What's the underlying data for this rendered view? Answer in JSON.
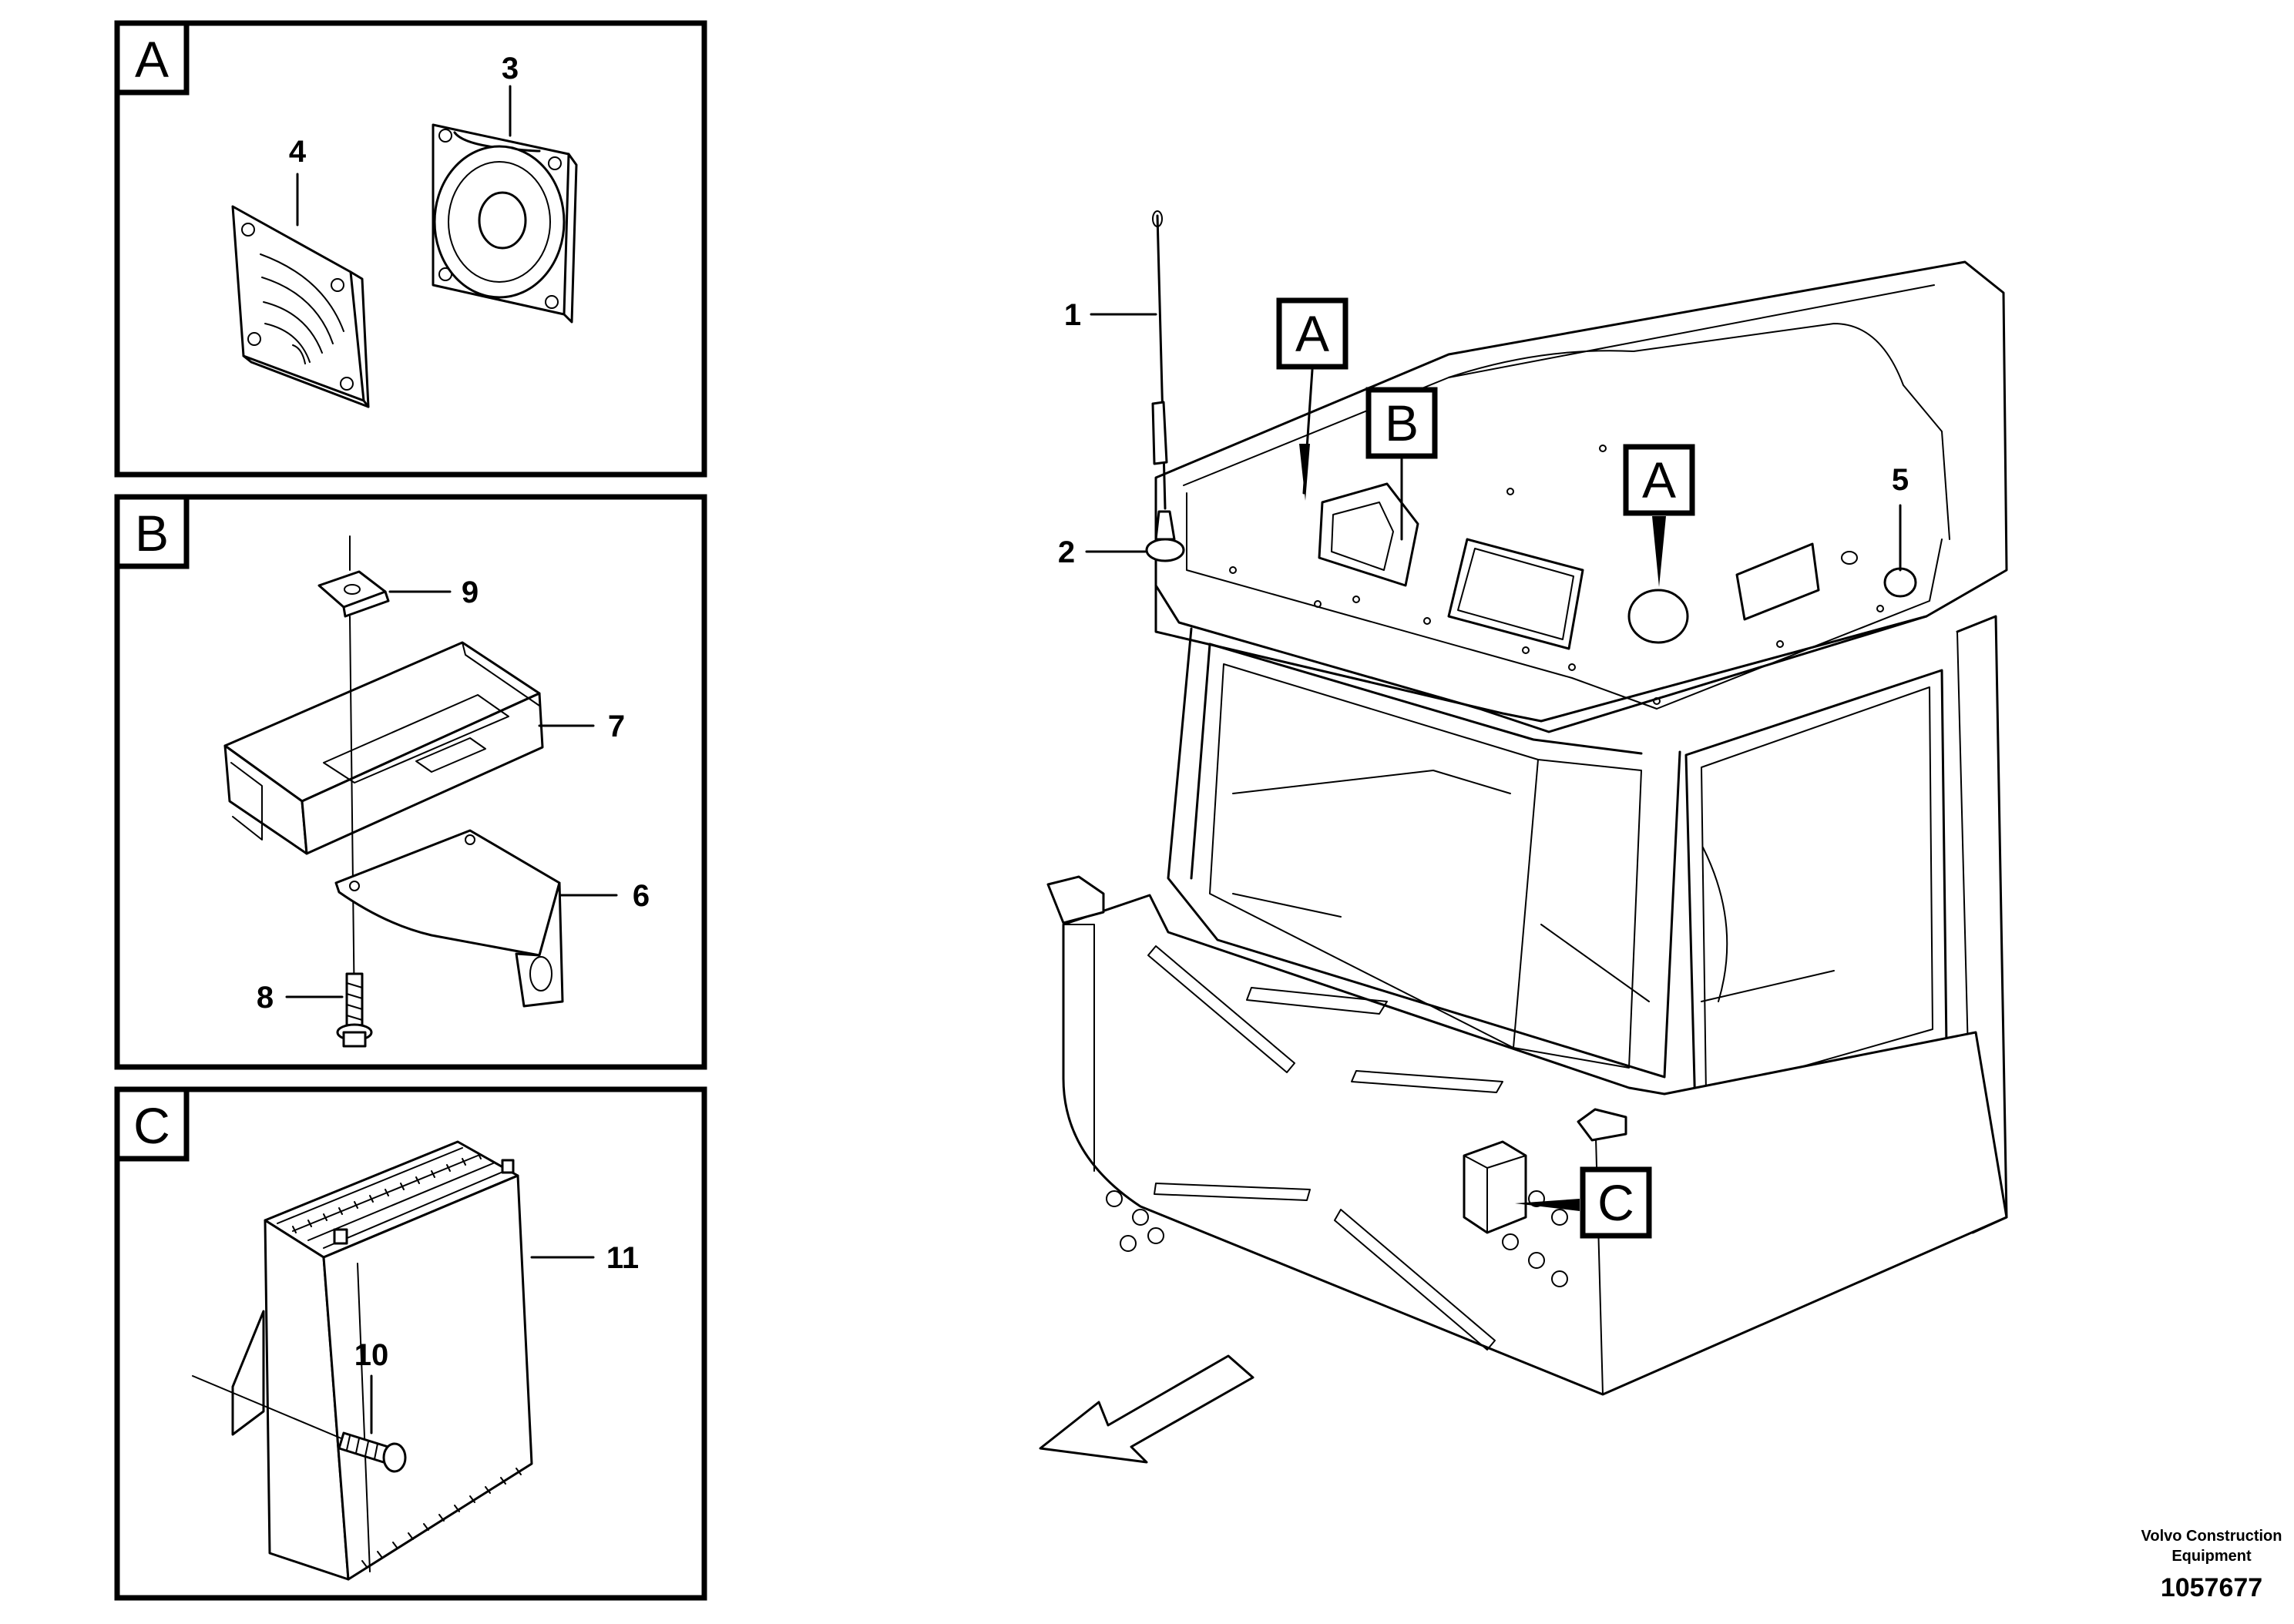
{
  "panels": [
    {
      "letter": "A",
      "callouts": [
        "3",
        "4"
      ]
    },
    {
      "letter": "B",
      "callouts": [
        "9",
        "7",
        "6",
        "8"
      ]
    },
    {
      "letter": "C",
      "callouts": [
        "11",
        "10"
      ]
    }
  ],
  "main_callouts": {
    "antenna": "1",
    "antenna_base": "2",
    "dome_light": "5"
  },
  "main_view_labels": {
    "speaker_left": "A",
    "radio": "B",
    "speaker_right": "A",
    "amplifier": "C"
  },
  "footer": {
    "company_line1": "Volvo Construction",
    "company_line2": "Equipment",
    "document_number": "1057677"
  }
}
